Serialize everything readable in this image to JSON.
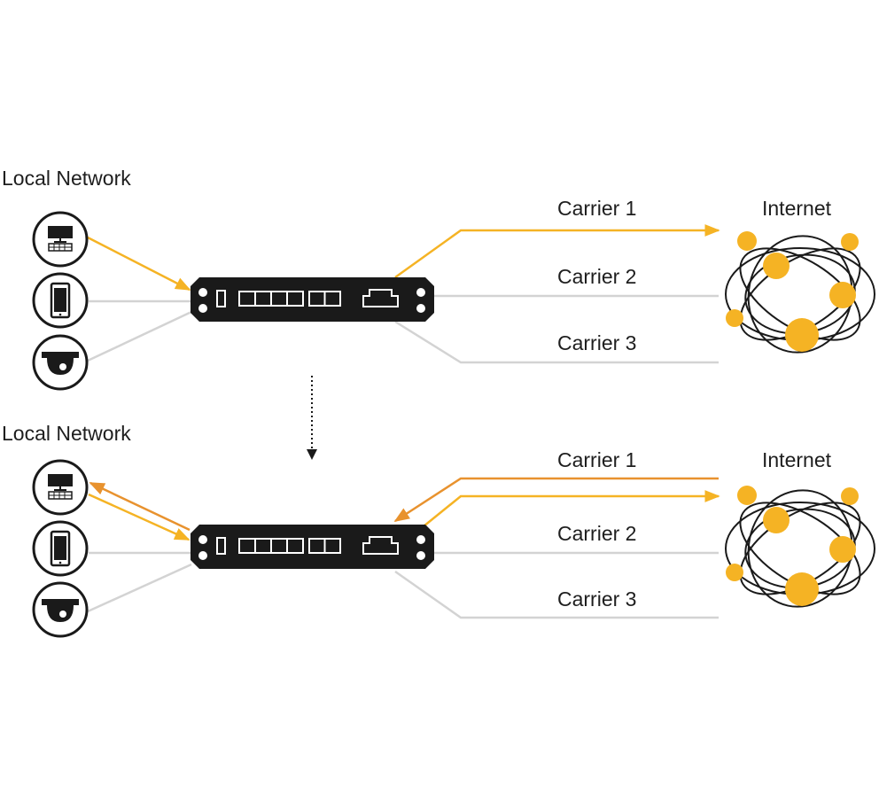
{
  "colors": {
    "link_idle": "#d3d3d3",
    "link_active": "#f5b324",
    "link_return": "#e8922e",
    "device": "#1a1a1a",
    "node": "#f5b324"
  },
  "panels": [
    {
      "local_label": "Local Network",
      "internet_label": "Internet",
      "carriers": [
        "Carrier 1",
        "Carrier 2",
        "Carrier 3"
      ],
      "devices": [
        "desktop-computer-icon",
        "smartphone-icon",
        "security-camera-icon"
      ]
    },
    {
      "local_label": "Local Network",
      "internet_label": "Internet",
      "carriers": [
        "Carrier 1",
        "Carrier 2",
        "Carrier 3"
      ],
      "devices": [
        "desktop-computer-icon",
        "smartphone-icon",
        "security-camera-icon"
      ]
    }
  ]
}
